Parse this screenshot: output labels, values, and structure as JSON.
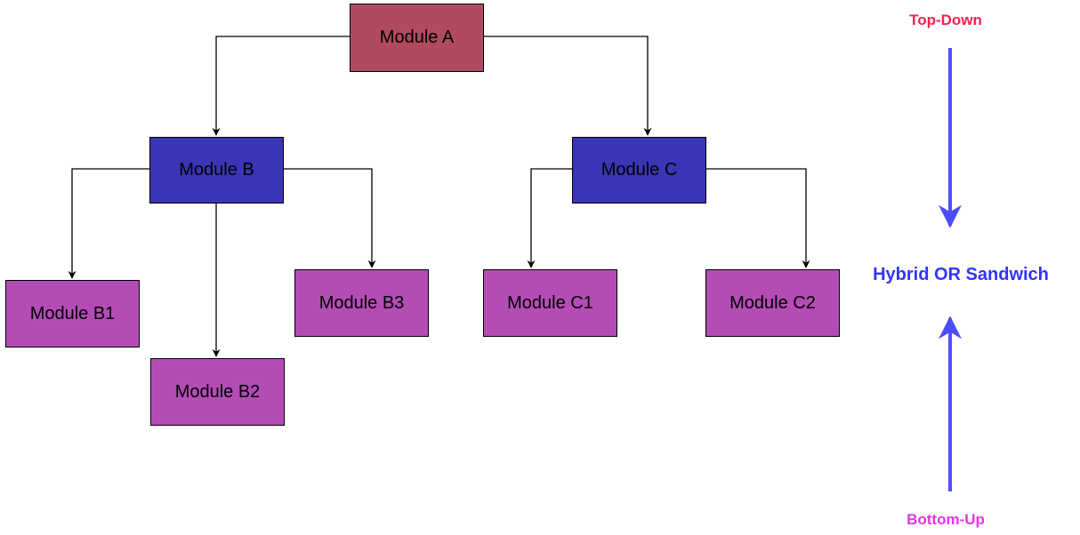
{
  "colors": {
    "root_module": "#b04a5e",
    "mid_module": "#3a35b5",
    "leaf_module": "#b34db5",
    "connector": "#000000",
    "side_arrow": "#4d4dff",
    "top_down": "#ff1f4f",
    "hybrid": "#3333ff",
    "bottom_up": "#e633e6"
  },
  "nodes": {
    "a": {
      "label": "Module A"
    },
    "b": {
      "label": "Module B"
    },
    "c": {
      "label": "Module C"
    },
    "b1": {
      "label": "Module B1"
    },
    "b2": {
      "label": "Module B2"
    },
    "b3": {
      "label": "Module B3"
    },
    "c1": {
      "label": "Module C1"
    },
    "c2": {
      "label": "Module C2"
    }
  },
  "side": {
    "top_down": "Top-Down",
    "hybrid": "Hybrid OR Sandwich",
    "bottom_up": "Bottom-Up"
  }
}
